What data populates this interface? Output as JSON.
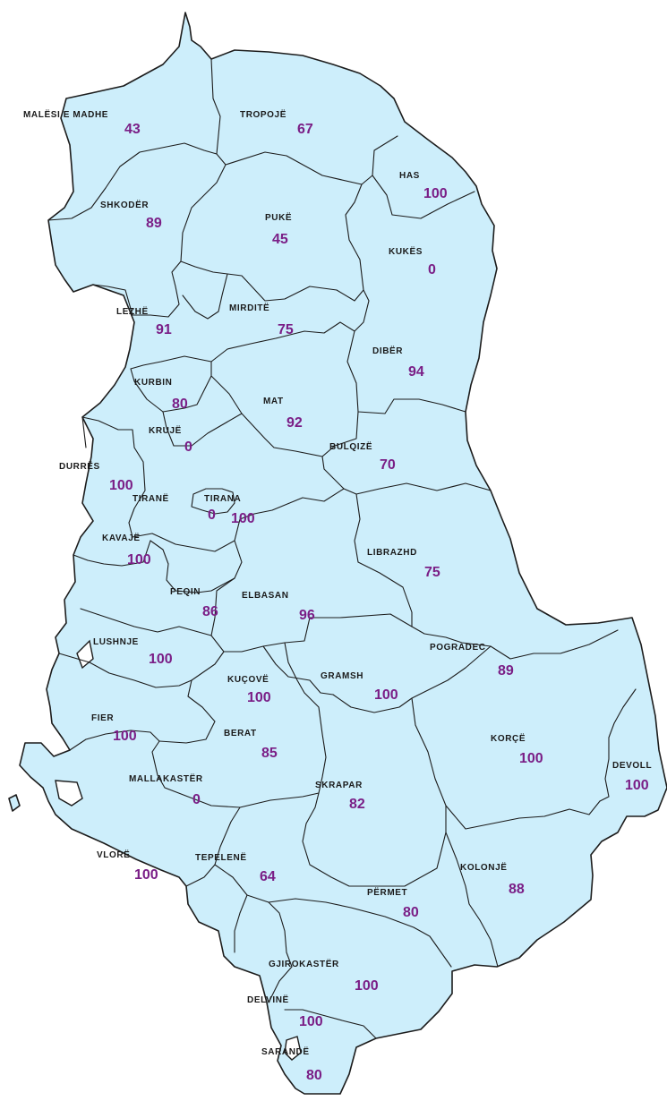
{
  "map": {
    "colors": {
      "land": "#cdeefb",
      "border": "#1c1c1c",
      "value": "#7a1e86",
      "name": "#1a1a1a"
    },
    "districts": [
      {
        "id": "malesi-e-madhe",
        "name": "MALËSI E MADHE",
        "value": "43"
      },
      {
        "id": "tropoje",
        "name": "TROPOJË",
        "value": "67"
      },
      {
        "id": "has",
        "name": "HAS",
        "value": "100"
      },
      {
        "id": "shkoder",
        "name": "SHKODËR",
        "value": "89"
      },
      {
        "id": "puke",
        "name": "PUKË",
        "value": "45"
      },
      {
        "id": "kukes",
        "name": "KUKËS",
        "value": "0"
      },
      {
        "id": "lezhe",
        "name": "LEZHË",
        "value": "91"
      },
      {
        "id": "mirdite",
        "name": "MIRDITË",
        "value": "75"
      },
      {
        "id": "diber",
        "name": "DIBËR",
        "value": "94"
      },
      {
        "id": "kurbin",
        "name": "KURBIN",
        "value": "80"
      },
      {
        "id": "mat",
        "name": "MAT",
        "value": "92"
      },
      {
        "id": "kruje",
        "name": "KRUJË",
        "value": "0"
      },
      {
        "id": "bulqize",
        "name": "BULQIZË",
        "value": "70"
      },
      {
        "id": "durres",
        "name": "DURRËS",
        "value": "100"
      },
      {
        "id": "tirane",
        "name": "TIRANË",
        "value": "100"
      },
      {
        "id": "tirana-city",
        "name": "TIRANA",
        "value": "0"
      },
      {
        "id": "kavaje",
        "name": "KAVAJË",
        "value": "100"
      },
      {
        "id": "librazhd",
        "name": "LIBRAZHD",
        "value": "75"
      },
      {
        "id": "peqin",
        "name": "PEQIN",
        "value": "86"
      },
      {
        "id": "elbasan",
        "name": "ELBASAN",
        "value": "96"
      },
      {
        "id": "lushnje",
        "name": "LUSHNJE",
        "value": "100"
      },
      {
        "id": "pogradec",
        "name": "POGRADEC",
        "value": "89"
      },
      {
        "id": "kucove",
        "name": "KUÇOVË",
        "value": "100"
      },
      {
        "id": "gramsh",
        "name": "GRAMSH",
        "value": "100"
      },
      {
        "id": "fier",
        "name": "FIER",
        "value": "100"
      },
      {
        "id": "berat",
        "name": "BERAT",
        "value": "85"
      },
      {
        "id": "korce",
        "name": "KORÇË",
        "value": "100"
      },
      {
        "id": "devoll",
        "name": "DEVOLL",
        "value": "100"
      },
      {
        "id": "mallakaster",
        "name": "MALLAKASTËR",
        "value": "0"
      },
      {
        "id": "skrapar",
        "name": "SKRAPAR",
        "value": "82"
      },
      {
        "id": "vlore",
        "name": "VLORË",
        "value": "100"
      },
      {
        "id": "tepelene",
        "name": "TEPELENË",
        "value": "64"
      },
      {
        "id": "kolonje",
        "name": "KOLONJË",
        "value": "88"
      },
      {
        "id": "permet",
        "name": "PËRMET",
        "value": "80"
      },
      {
        "id": "gjirokaster",
        "name": "GJIROKASTËR",
        "value": "100"
      },
      {
        "id": "delvine",
        "name": "DELVINË",
        "value": "100"
      },
      {
        "id": "sarande",
        "name": "SARANDË",
        "value": "80"
      }
    ]
  }
}
